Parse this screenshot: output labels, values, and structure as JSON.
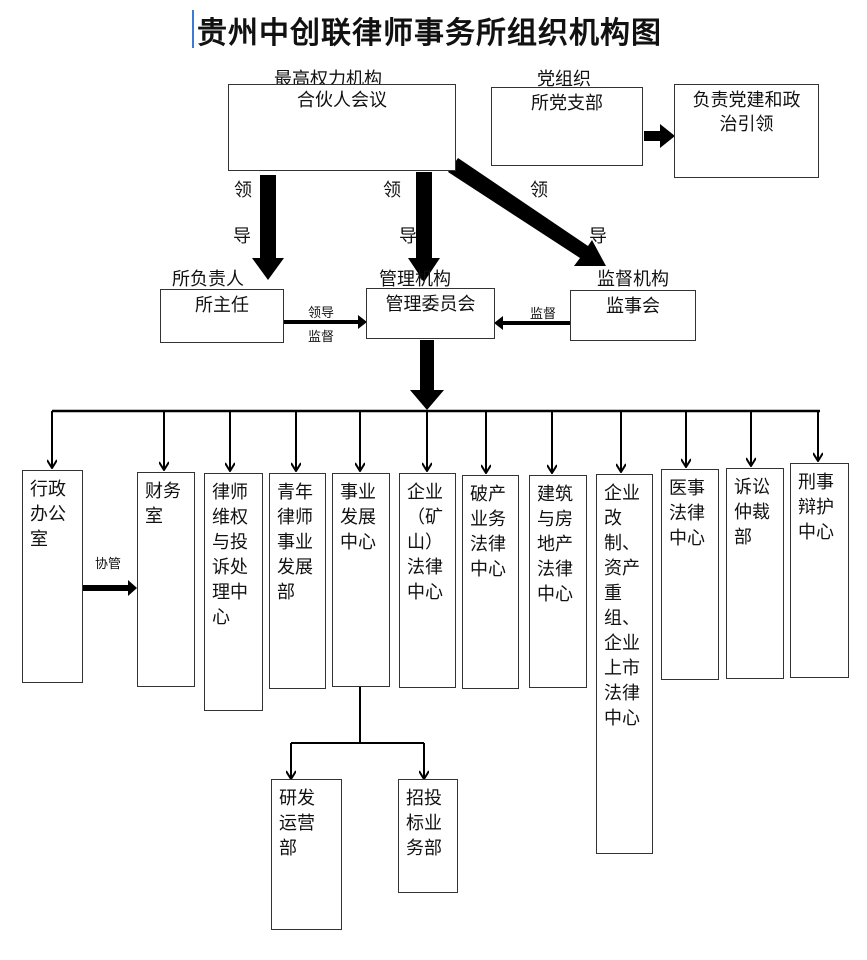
{
  "title": "贵州中创联律师事务所组织机构图",
  "colors": {
    "line": "#000000",
    "box_border": "#333333",
    "cursor": "#3a7bd5"
  },
  "top": {
    "partners": {
      "caption": "最高权力机构",
      "name": "合伙人会议"
    },
    "party": {
      "caption": "党组织",
      "name": "所党支部"
    },
    "party_duty": {
      "name": "负责党建和政\n治引领"
    },
    "director": {
      "caption": "所负责人",
      "name": "所主任"
    },
    "management": {
      "caption": "管理机构",
      "name": "管理委员会"
    },
    "supervision": {
      "caption": "监督机构",
      "name": "监事会"
    }
  },
  "arrow_labels": {
    "lead1": "领",
    "lead2": "导",
    "director_to_mgmt_top": "领导",
    "director_to_mgmt_bottom": "监督",
    "supervise": "监督",
    "assist": "协管"
  },
  "departments": [
    "行政\n办公\n室",
    "财务\n室",
    "律师\n维权\n与投\n诉处\n理中\n心",
    "青年\n律师\n事业\n发展\n部",
    "事业\n发展\n中心",
    "企业\n（矿\n山）\n法律\n中心",
    "破产\n业务\n法律\n中心",
    "建筑\n与房\n地产\n法律\n中心",
    "企业\n改\n制、\n资产\n重\n组、\n企业\n上市\n法律\n中心",
    "医事\n法律\n中心",
    "诉讼\n仲裁\n部",
    "刑事\n辩护\n中心"
  ],
  "sub_departments": [
    "研发\n运营\n部",
    "招投\n标业\n务部"
  ]
}
